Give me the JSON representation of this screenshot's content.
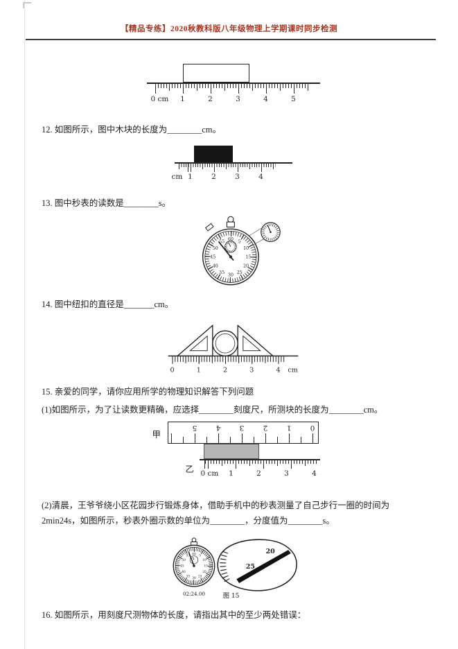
{
  "header": {
    "title": "【精品专练】2020秋教科版八年级物理上学期课时同步检测"
  },
  "questions": {
    "q12": "12. 如图所示，图中木块的长度为________cm。",
    "q13": "13. 图中秒表的读数是________s。",
    "q14": "14. 图中纽扣的直径是_______cm。",
    "q15": "15. 亲爱的同学，请你应用所学的物理知识解答下列问题",
    "q15_1": "(1)如图所示，为了让读数更精确，应选择________刻度尺，所测块的长度为________cm。",
    "q15_2": "(2)清晨，王爷爷绕小区花园步行锻炼身体，借助手机中的秒表测量了自己步行一圈的时间为2min24s，如图所示，秒表外圈示数的单位为________，分度值为________s。",
    "q16": "16. 如图所示，用刻度尺测物体的长度，请指出其中的至少两处错误："
  },
  "figures": {
    "ruler_block_top": {
      "labels": [
        "0 cm",
        "1",
        "2",
        "3",
        "4",
        "5"
      ]
    },
    "ruler_black_block": {
      "labels": [
        "cm",
        "1",
        "2",
        "3",
        "4"
      ]
    },
    "stopwatch_13": {
      "dial_numbers": [
        "60",
        "5",
        "10",
        "15",
        "20",
        "25",
        "30",
        "35",
        "40",
        "45",
        "50",
        "55"
      ]
    },
    "button_ruler": {
      "labels": [
        "0",
        "1",
        "2",
        "3",
        "4"
      ],
      "unit": "cm"
    },
    "double_ruler": {
      "label_top": "甲",
      "label_bottom": "乙",
      "top_labels": [
        "0",
        "1",
        "2",
        "3",
        "4",
        "5"
      ],
      "bottom_labels": [
        "0 cm",
        "1",
        "2",
        "3",
        "4"
      ]
    },
    "watch_15": {
      "dial_numbers": [
        "60",
        "5",
        "10",
        "15",
        "20",
        "25",
        "30",
        "35",
        "40",
        "45",
        "50",
        "55"
      ],
      "magnifier_top": "20",
      "magnifier_mid": "25",
      "time": "02:24.00",
      "caption": "图 15"
    }
  }
}
